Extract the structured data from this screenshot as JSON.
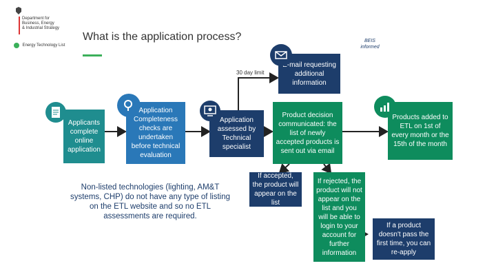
{
  "header": {
    "logo_lines": [
      "Department for",
      "Business, Energy",
      "& Industrial Strategy"
    ],
    "energy_tech_label": "Energy Technology List",
    "title": "What is the application process?"
  },
  "steps": {
    "applicants": "Applicants complete online application",
    "completeness": "Application Completeness checks are undertaken before technical evaluation",
    "assessed": "Application assessed by Technical specialist",
    "email": "E-mail requesting additional information",
    "decision": "Product decision communicated: the list of newly accepted products is sent out via email",
    "added": "Products added to ETL on 1st of every month or the 15th of the month",
    "accepted": "If accepted, the product will appear on the list",
    "rejected": "If rejected, the product will not appear on the list and you will be able to login to your account for further information",
    "reapply": "If a product doesn't pass the first time, you can re-apply"
  },
  "labels": {
    "thirty_day": "30 day limit",
    "beis": "BEIS informed"
  },
  "note": "Non-listed technologies (lighting, AM&T systems, CHP) do not have any type of listing on the ETL website and so no ETL assessments are required.",
  "colors": {
    "teal": "#1f8d8f",
    "blue": "#2a78b8",
    "navy": "#1d3d6b",
    "green": "#0e8c5d",
    "accent_bar": "#3bb05a"
  }
}
